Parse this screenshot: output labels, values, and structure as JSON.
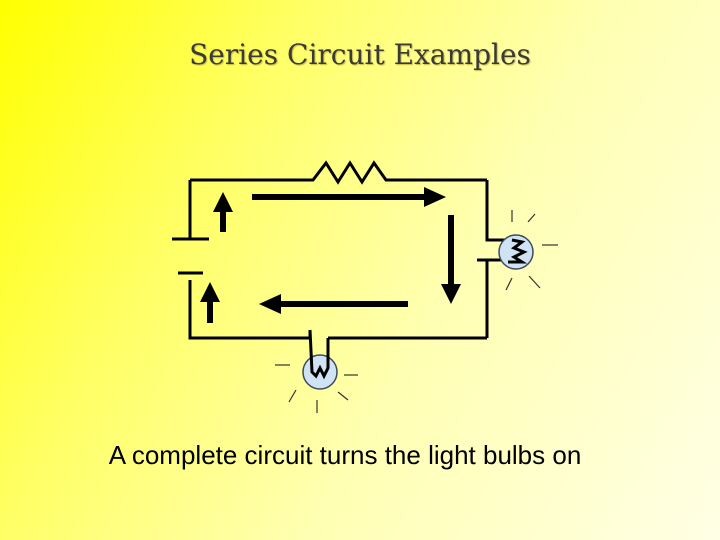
{
  "slide": {
    "title": "Series Circuit Examples",
    "caption": "A complete circuit turns the light bulbs on"
  },
  "diagram": {
    "components": [
      "battery",
      "resistor",
      "light-bulb",
      "light-bulb"
    ],
    "current_flow_arrows": [
      "right",
      "down",
      "left",
      "up",
      "up"
    ]
  },
  "colors": {
    "wire": "#000000",
    "bulb_fill": "#cfe3f5",
    "bulb_outline": "#3d4a5a"
  }
}
